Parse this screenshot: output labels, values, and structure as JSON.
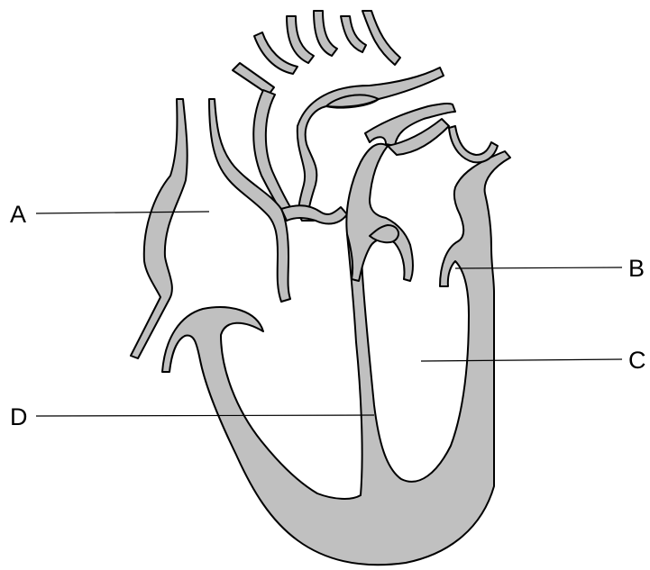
{
  "diagram": {
    "labels": {
      "a": "A",
      "b": "B",
      "c": "C",
      "d": "D"
    },
    "fill_color": "#c0c0c0",
    "stroke_color": "#000000"
  }
}
